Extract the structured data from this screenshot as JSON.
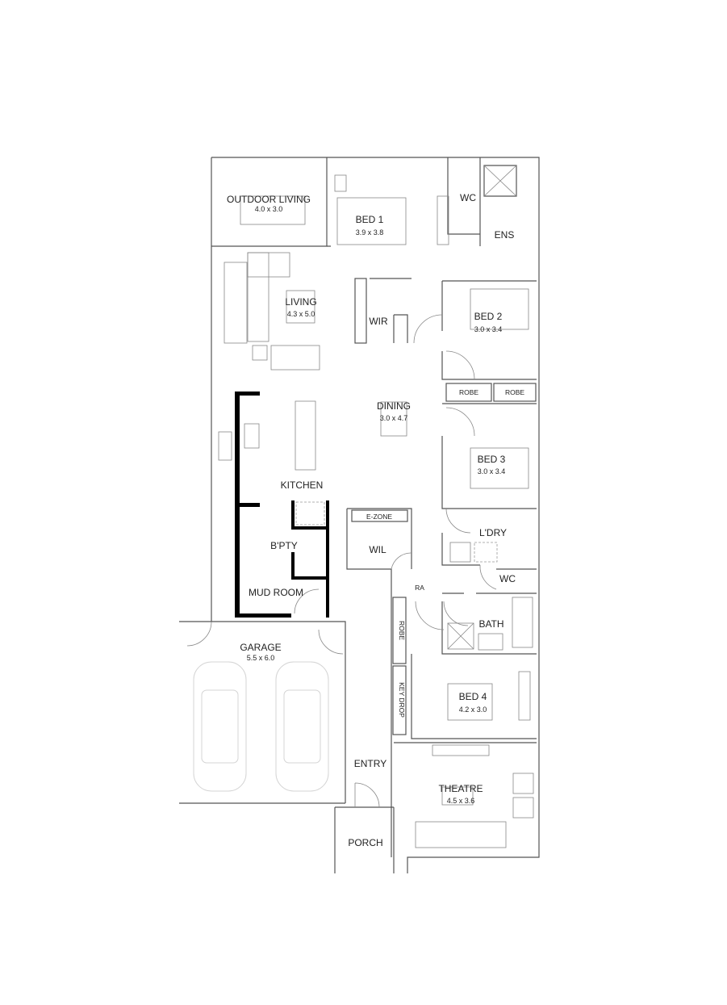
{
  "rooms": {
    "outdoor_living": {
      "name": "OUTDOOR LIVING",
      "size": "4.0 x 3.0"
    },
    "bed1": {
      "name": "BED 1",
      "size": "3.9 x 3.8"
    },
    "wc_ens": {
      "name": "WC"
    },
    "ens": {
      "name": "ENS"
    },
    "living": {
      "name": "LIVING",
      "size": "4.3 x 5.0"
    },
    "wir": {
      "name": "WIR"
    },
    "bed2": {
      "name": "BED 2",
      "size": "3.0 x 3.4"
    },
    "robe_a": {
      "name": "ROBE"
    },
    "robe_b": {
      "name": "ROBE"
    },
    "dining": {
      "name": "DINING",
      "size": "3.0 x 4.7"
    },
    "bed3": {
      "name": "BED 3",
      "size": "3.0 x 3.4"
    },
    "kitchen": {
      "name": "KITCHEN"
    },
    "ezone": {
      "name": "E-ZONE"
    },
    "bpty": {
      "name": "B'PTY"
    },
    "wil": {
      "name": "WIL"
    },
    "ldry": {
      "name": "L'DRY"
    },
    "wc": {
      "name": "WC"
    },
    "ra": {
      "name": "RA"
    },
    "mud_room": {
      "name": "MUD ROOM"
    },
    "bath": {
      "name": "BATH"
    },
    "garage": {
      "name": "GARAGE",
      "size": "5.5 x 6.0"
    },
    "robe_hall": {
      "name": "ROBE"
    },
    "key_drop": {
      "name": "KEY DROP"
    },
    "bed4": {
      "name": "BED 4",
      "size": "4.2 x 3.0"
    },
    "entry": {
      "name": "ENTRY"
    },
    "theatre": {
      "name": "THEATRE",
      "size": "4.5 x 3.6"
    },
    "porch": {
      "name": "PORCH"
    }
  }
}
